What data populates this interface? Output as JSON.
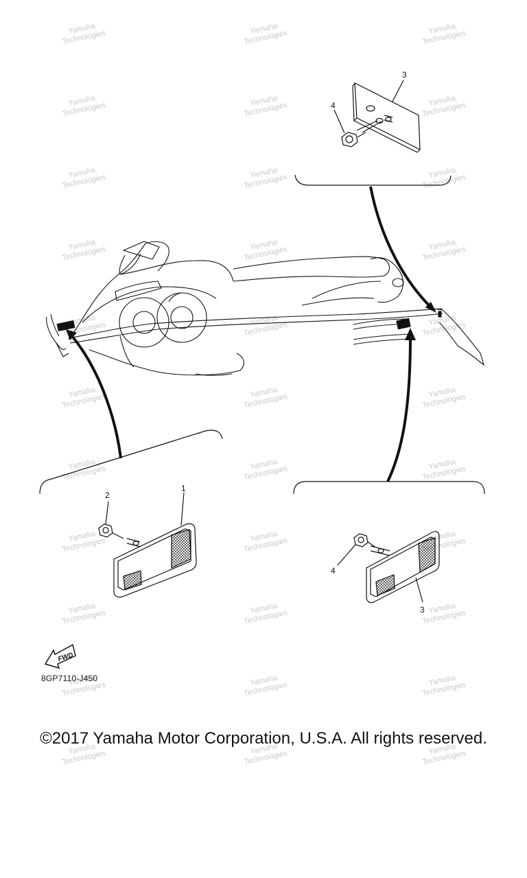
{
  "colors": {
    "line": "#111111",
    "watermark": "#c8c8c8",
    "background": "#ffffff"
  },
  "watermark": {
    "line1": "Yamaha",
    "line2": "Technologies"
  },
  "callouts": {
    "top_bracket_reflector": "3",
    "top_bracket_nut": "4",
    "left_bracket_nut": "2",
    "left_bracket_reflector": "1",
    "right_bracket_nut": "4",
    "right_bracket_reflector": "3"
  },
  "fwd_label": "FWD",
  "diagram_code": "8GP7110-J450",
  "copyright": "©2017 Yamaha Motor Corporation, U.S.A. All rights reserved."
}
